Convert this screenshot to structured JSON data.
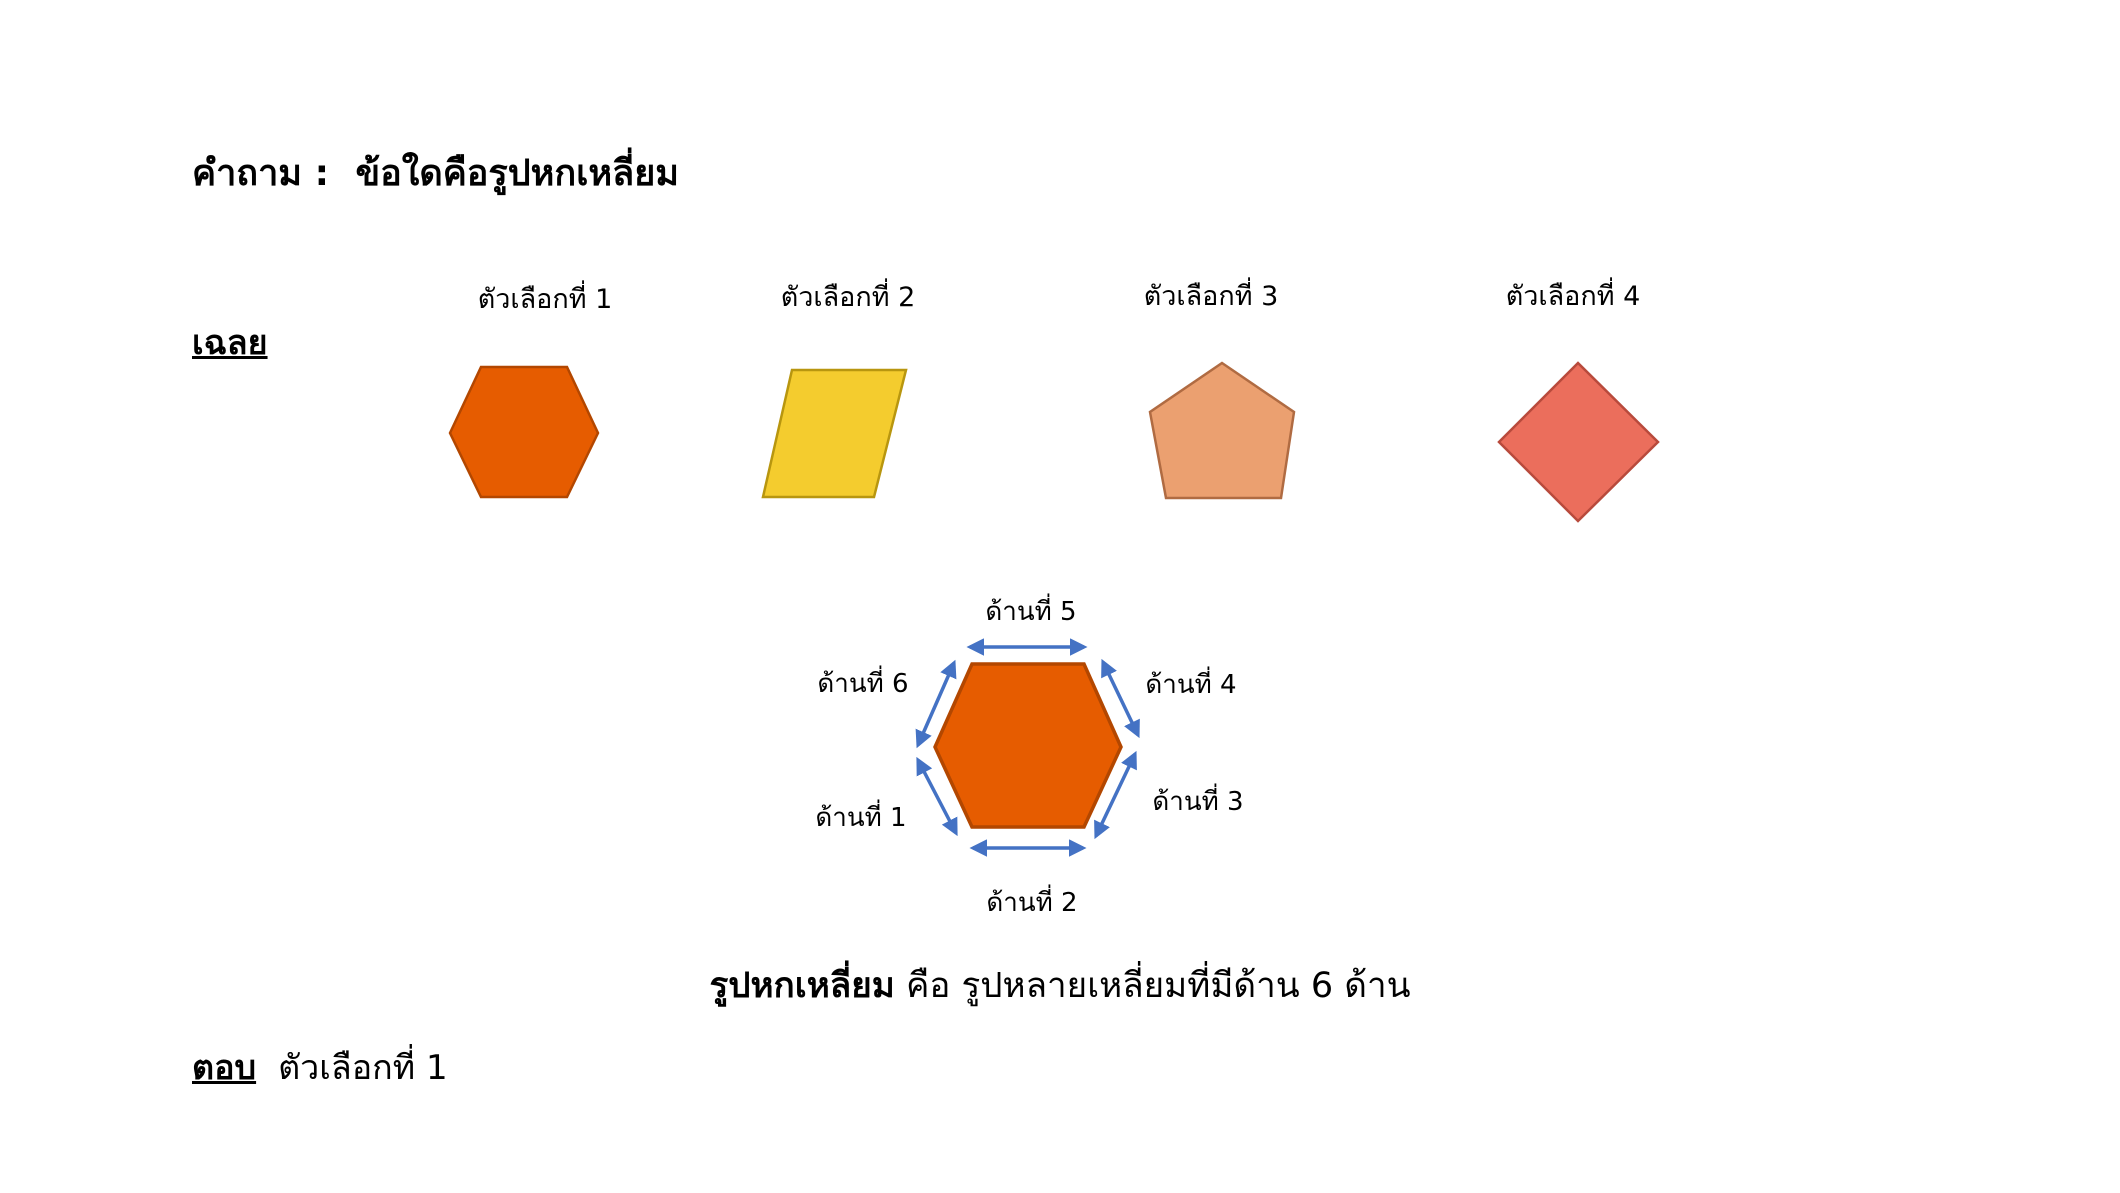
{
  "question": {
    "label": "คำถาม :",
    "text": "ข้อใดคือรูปหกเหลี่ยม"
  },
  "solution_label": "เฉลย",
  "options": [
    {
      "label": "ตัวเลือกที่ 1",
      "shape": "hexagon",
      "fill": "#E65C00",
      "stroke": "#B34700"
    },
    {
      "label": "ตัวเลือกที่ 2",
      "shape": "parallelogram",
      "fill": "#F4CC2E",
      "stroke": "#B8960F"
    },
    {
      "label": "ตัวเลือกที่ 3",
      "shape": "pentagon",
      "fill": "#EBA070",
      "stroke": "#B06B42"
    },
    {
      "label": "ตัวเลือกที่ 4",
      "shape": "diamond",
      "fill": "#EB6E5C",
      "stroke": "#B84A3C"
    }
  ],
  "hexagon_sides": {
    "fill": "#E65C00",
    "stroke": "#B34700",
    "arrow_color": "#4472C4",
    "labels": [
      "ด้านที่ 1",
      "ด้านที่ 2",
      "ด้านที่ 3",
      "ด้านที่ 4",
      "ด้านที่ 5",
      "ด้านที่ 6"
    ]
  },
  "definition": {
    "term": "รูปหกเหลี่ยม",
    "text": "คือ รูปหลายเหลี่ยมที่มีด้าน 6 ด้าน"
  },
  "answer": {
    "label": "ตอบ",
    "text": "ตัวเลือกที่ 1"
  }
}
